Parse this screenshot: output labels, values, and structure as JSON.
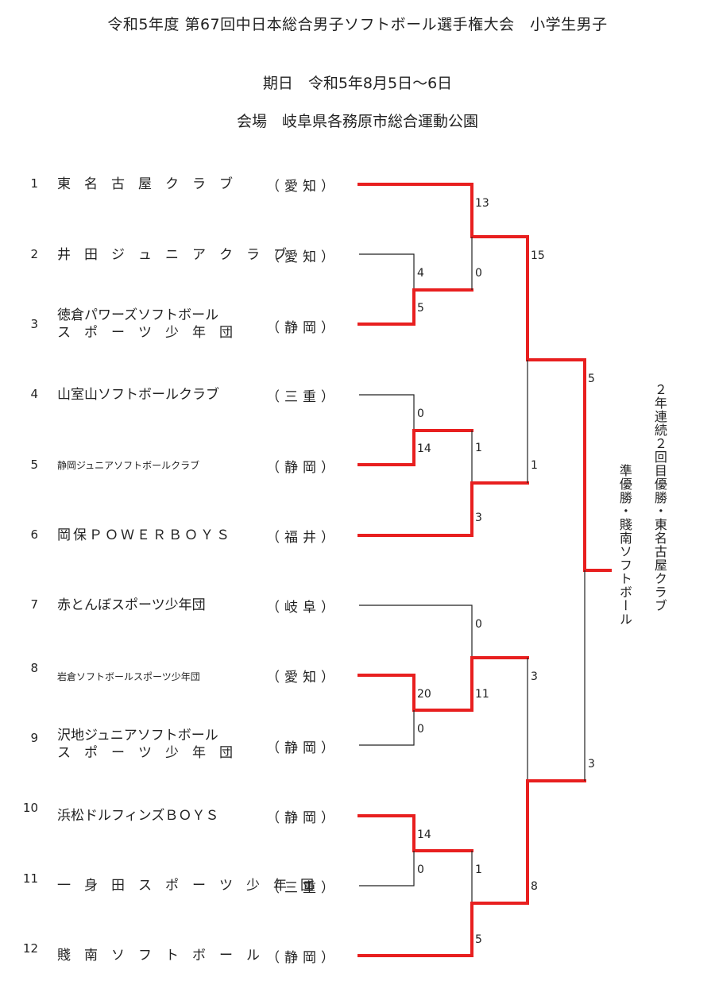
{
  "header": {
    "title": "令和5年度 第67回中日本総合男子ソフトボール選手権大会　小学生男子",
    "date": "期日　令和5年8月5日～6日",
    "venue": "会場　岐阜県各務原市総合運動公園"
  },
  "teams": [
    {
      "no": "1",
      "name": "東　名　古　屋　ク　ラ　ブ",
      "pref": "（愛知）"
    },
    {
      "no": "2",
      "name": "井　田　ジ　ュ　ニ　ア　ク　ラ　ブ",
      "pref": "（愛知）"
    },
    {
      "no": "3",
      "name": "徳倉パワーズソフトボール",
      "name2": "ス　ポ　ー　ツ　少　年　団",
      "pref": "（静岡）"
    },
    {
      "no": "4",
      "name": "山室山ソフトボールクラブ",
      "pref": "（三重）"
    },
    {
      "no": "5",
      "name": "静岡ジュニアソフトボールクラブ",
      "pref": "（静岡）"
    },
    {
      "no": "6",
      "name": "岡保ＰＯＷＥＲＢＯＹＳ",
      "pref": "（福井）"
    },
    {
      "no": "7",
      "name": "赤とんぼスポーツ少年団",
      "pref": "（岐阜）"
    },
    {
      "no": "8",
      "name": "岩倉ソフトボールスポーツ少年団",
      "pref": "（愛知）"
    },
    {
      "no": "9",
      "name": "沢地ジュニアソフトボール",
      "name2": "ス　ポ　ー　ツ　少　年　団",
      "pref": "（静岡）"
    },
    {
      "no": "10",
      "name": "浜松ドルフィンズＢＯＹＳ",
      "pref": "（静岡）"
    },
    {
      "no": "11",
      "name": "一　身　田　ス　ポ　ー　ツ　少　年　団",
      "pref": "（三重）"
    },
    {
      "no": "12",
      "name": "賤　南　ソ　フ　ト　ボ　ー　ル",
      "pref": "（静岡）"
    }
  ],
  "scores": {
    "r1_2v3": [
      "4",
      "5"
    ],
    "r1_4v5": [
      "0",
      "14"
    ],
    "r1_8v9": [
      "20",
      "0"
    ],
    "r1_10v11": [
      "14",
      "0"
    ],
    "r2_1vW23": [
      "13",
      "0"
    ],
    "r2_W45v6": [
      "1",
      "3"
    ],
    "r2_7vW89": [
      "0",
      "11"
    ],
    "r2_W1011v12": [
      "1",
      "5"
    ],
    "sf_top": [
      "15",
      "1"
    ],
    "sf_bottom": [
      "3",
      "8"
    ],
    "final": [
      "5",
      "3"
    ]
  },
  "results": {
    "champion": "２年連続２回目優勝・東名古屋クラブ",
    "runner_up": "準優勝・賤南ソフトボール"
  },
  "colors": {
    "winner_line": "#e81f1f",
    "loser_line": "#222222"
  }
}
